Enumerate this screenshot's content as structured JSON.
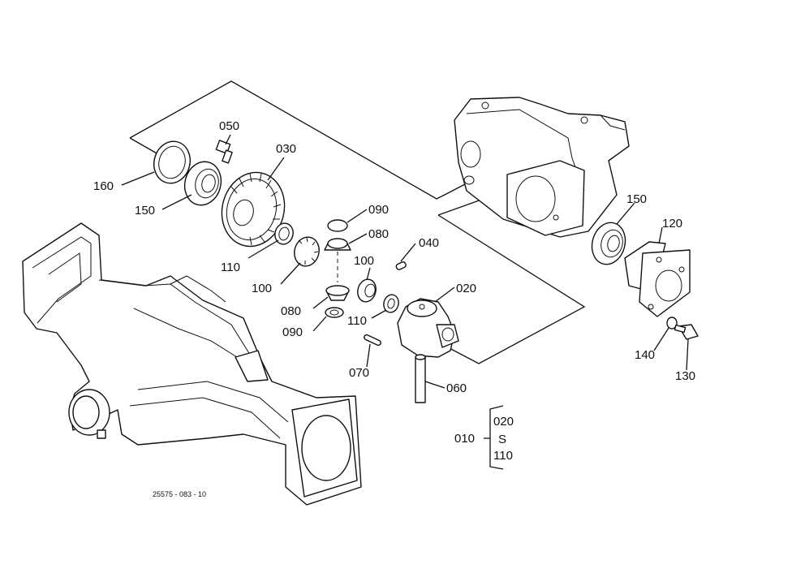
{
  "diagram": {
    "figure_code": "25575 - 083 - 10",
    "callouts": [
      {
        "id": "050",
        "text": "050"
      },
      {
        "id": "030",
        "text": "030"
      },
      {
        "id": "160",
        "text": "160"
      },
      {
        "id": "150a",
        "text": "150"
      },
      {
        "id": "090a",
        "text": "090"
      },
      {
        "id": "080a",
        "text": "080"
      },
      {
        "id": "110a",
        "text": "110"
      },
      {
        "id": "040",
        "text": "040"
      },
      {
        "id": "100a",
        "text": "100"
      },
      {
        "id": "100b",
        "text": "100"
      },
      {
        "id": "020",
        "text": "020"
      },
      {
        "id": "080b",
        "text": "080"
      },
      {
        "id": "110b",
        "text": "110"
      },
      {
        "id": "090b",
        "text": "090"
      },
      {
        "id": "070",
        "text": "070"
      },
      {
        "id": "060",
        "text": "060"
      },
      {
        "id": "150b",
        "text": "150"
      },
      {
        "id": "120",
        "text": "120"
      },
      {
        "id": "140",
        "text": "140"
      },
      {
        "id": "130",
        "text": "130"
      }
    ],
    "assembly_group": {
      "parent": "010",
      "from": "020",
      "range_mark": "S",
      "to": "110"
    }
  }
}
